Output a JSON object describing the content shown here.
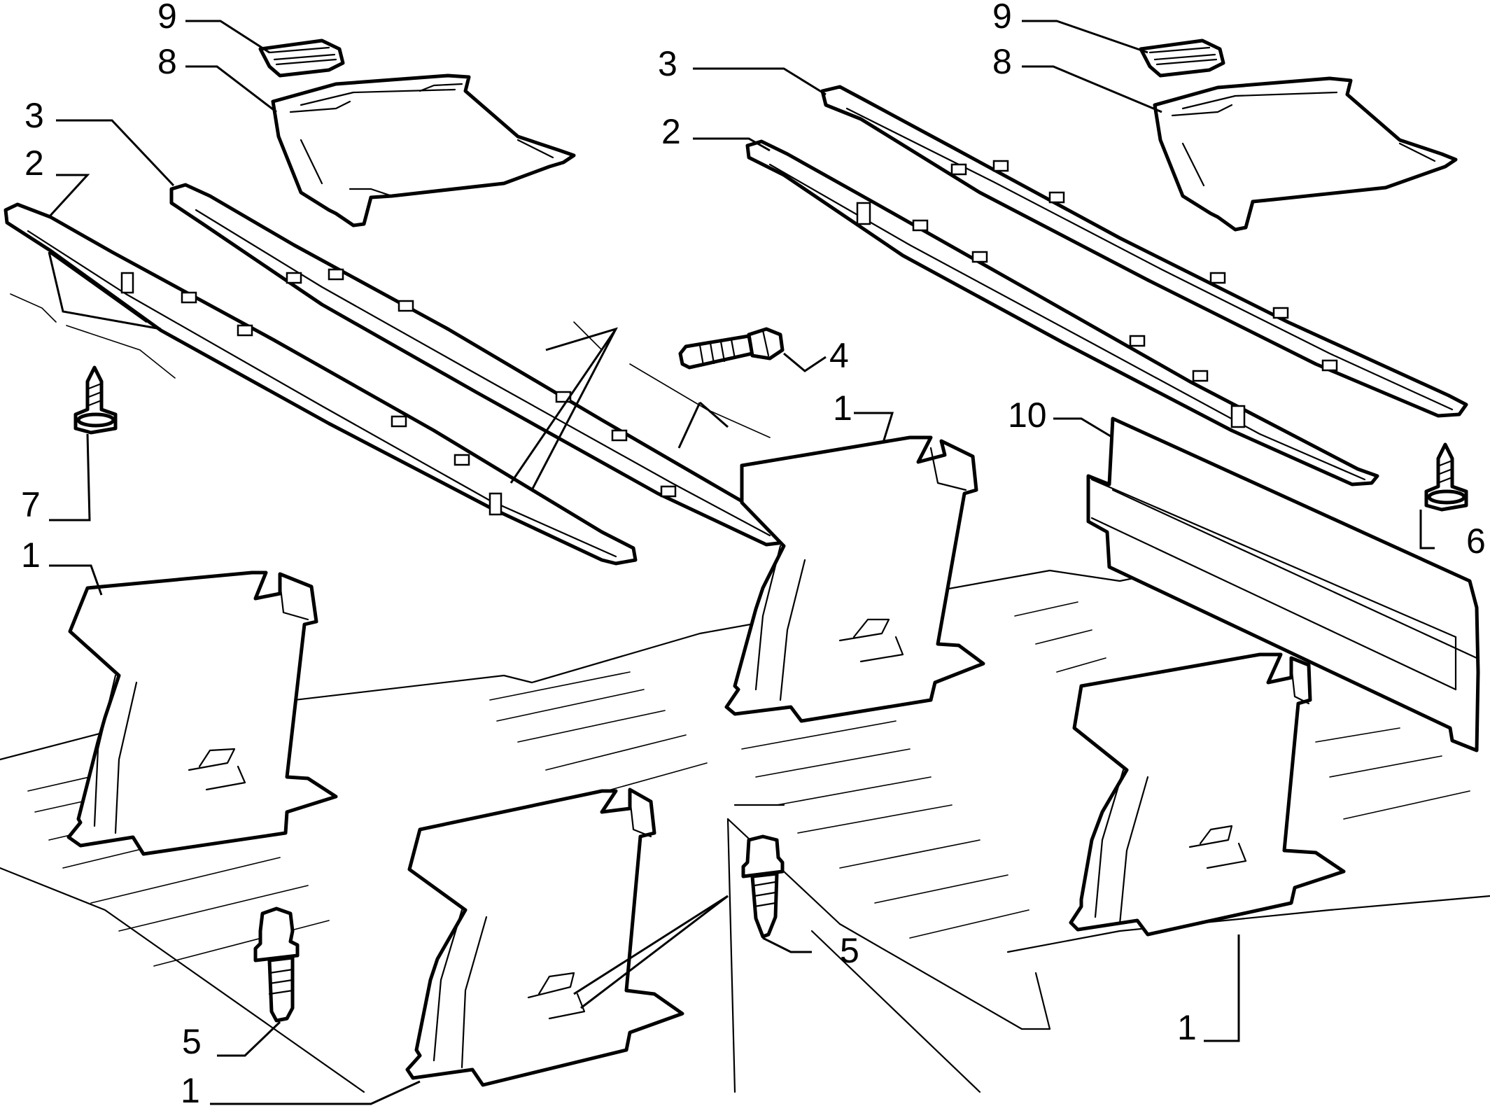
{
  "callouts": {
    "c1_top_center": "1",
    "c1_left": "1",
    "c1_bottom": "1",
    "c1_right": "1",
    "c2_left": "2",
    "c2_right": "2",
    "c3_left": "3",
    "c3_right": "3",
    "c4": "4",
    "c5_center": "5",
    "c5_left": "5",
    "c6": "6",
    "c7": "7",
    "c8_left": "8",
    "c8_right": "8",
    "c9_left": "9",
    "c9_right": "9",
    "c10": "10"
  },
  "style": {
    "line_color": "#000000",
    "background": "#ffffff"
  }
}
